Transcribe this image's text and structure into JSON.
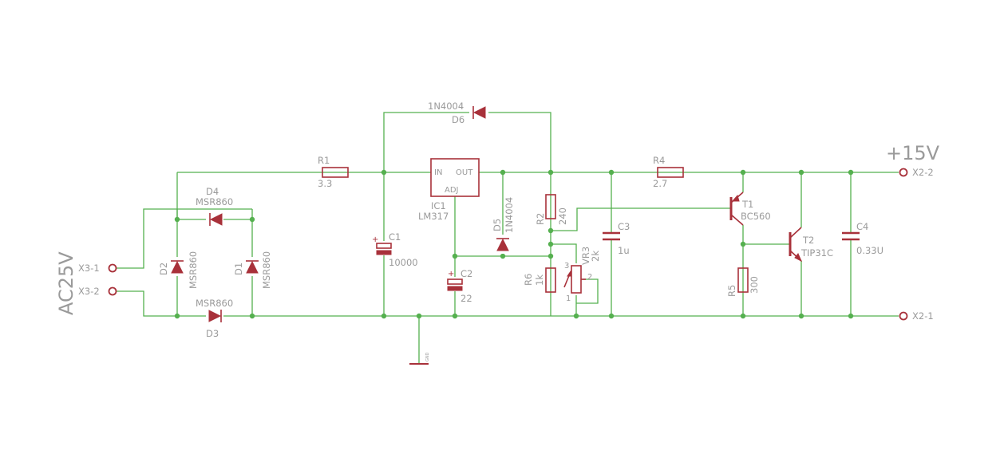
{
  "labels": {
    "ac_input": "AC25V",
    "output": "+15V",
    "x3_1": "X3-1",
    "x3_2": "X3-2",
    "x2_2": "X2-2",
    "x2_1": "X2-1",
    "d4": "D4",
    "d4_val": "MSR860",
    "d3": "D3",
    "d3_val": "MSR860",
    "d2": "D2",
    "d2_val": "MSR860",
    "d1": "D1",
    "d1_val": "MSR860",
    "r1": "R1",
    "r1_val": "3.3",
    "c1": "C1",
    "c1_val": "10000",
    "d6": "D6",
    "d6_val": "1N4004",
    "ic1": "IC1",
    "ic1_val": "LM317",
    "ic_in": "IN",
    "ic_out": "OUT",
    "ic_adj": "ADJ",
    "c2": "C2",
    "c2_val": "22",
    "d5": "D5",
    "d5_val": "1N4004",
    "r2": "R2",
    "r2_val": "240",
    "r6": "R6",
    "r6_val": "1k",
    "vr3": "VR3",
    "vr3_val": "2k",
    "vr3_p1": "1",
    "vr3_p2": "2",
    "vr3_p3": "3",
    "c3": "C3",
    "c3_val": "1u",
    "r4": "R4",
    "r4_val": "2.7",
    "t1": "T1",
    "t1_val": "BC560",
    "r5": "R5",
    "r5_val": "300",
    "t2": "T2",
    "t2_val": "TIP31C",
    "c4": "C4",
    "c4_val": "0.33U",
    "gnd": "GND"
  },
  "colors": {
    "wire": "#55b04f",
    "symbol": "#a8313a",
    "text": "#9a9a9a",
    "background": "#ffffff"
  }
}
